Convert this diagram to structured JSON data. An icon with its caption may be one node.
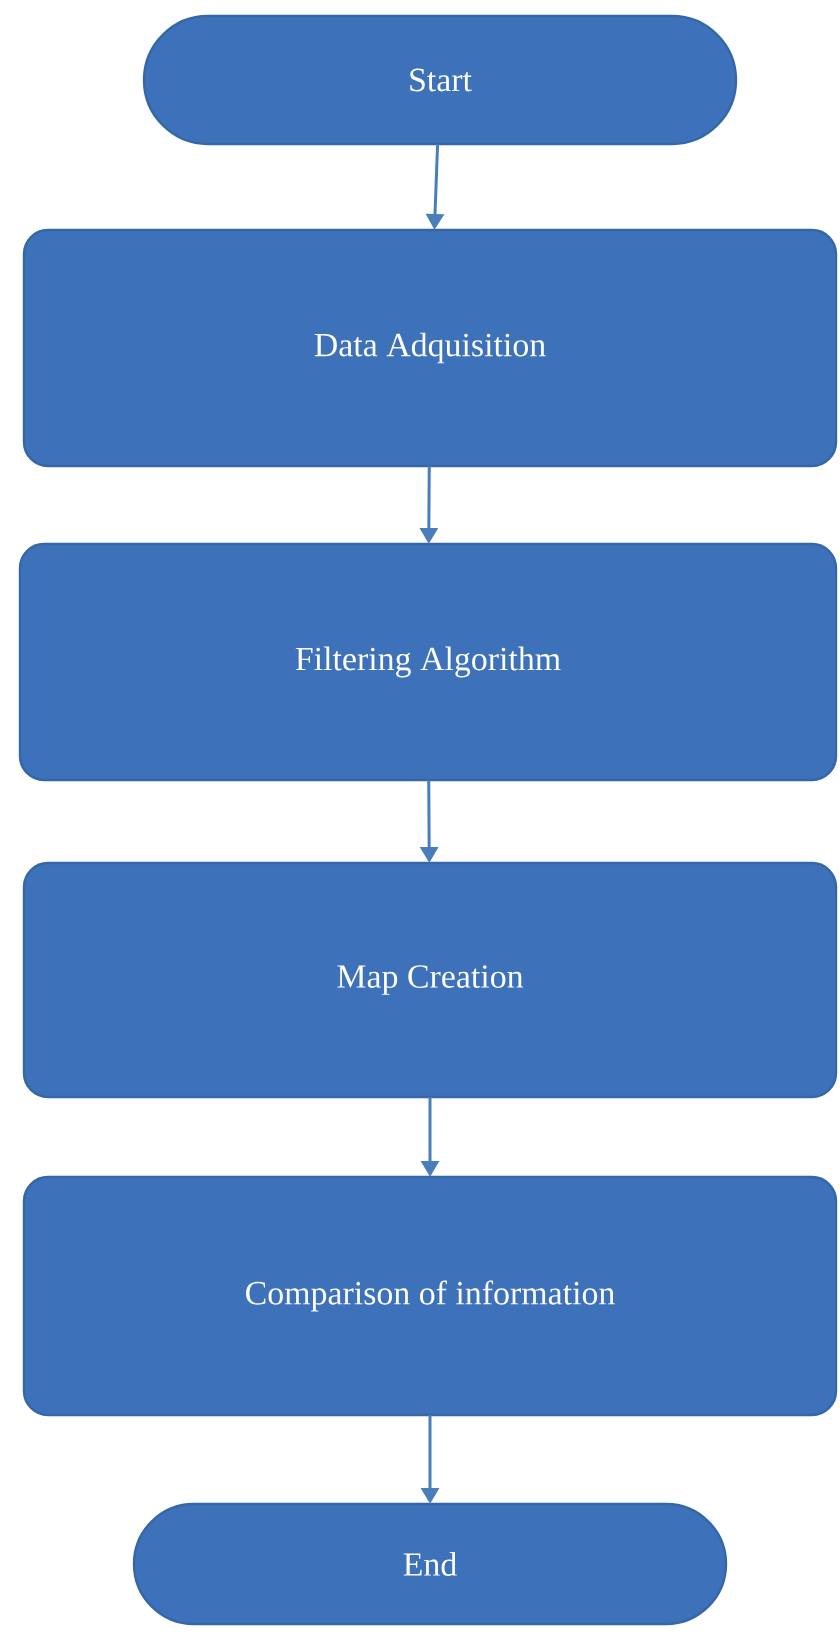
{
  "diagram": {
    "nodes": [
      {
        "text": [
          "Start"
        ]
      },
      {
        "text": [
          "Data Adquisition"
        ]
      },
      {
        "text": [
          "Filtering Algorithm"
        ]
      },
      {
        "text": [
          "Map Creation"
        ]
      },
      {
        "text": [
          "Comparison of information"
        ]
      },
      {
        "text": [
          "End"
        ]
      }
    ],
    "edges": [
      {
        "from": 0,
        "to": 1,
        "arrow": "to"
      },
      {
        "from": 1,
        "to": 2,
        "arrow": "to"
      },
      {
        "from": 2,
        "to": 3,
        "arrow": "to"
      },
      {
        "from": 3,
        "to": 4,
        "arrow": "to"
      },
      {
        "from": 4,
        "to": 5,
        "arrow": "to"
      }
    ]
  }
}
